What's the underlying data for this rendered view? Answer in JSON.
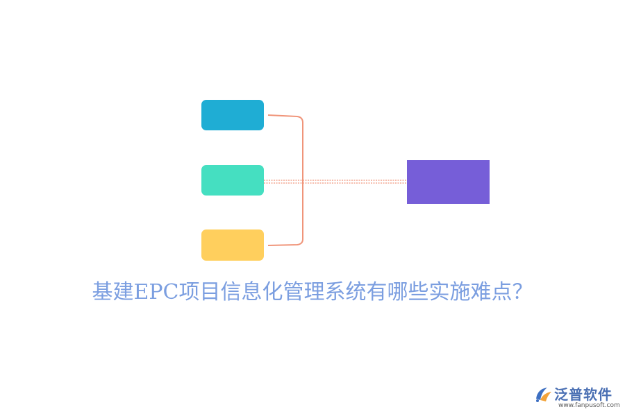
{
  "diagram": {
    "title": "基建EPC项目信息化管理系统有哪些实施难点？",
    "nodes": [
      {
        "id": "node-1",
        "label": "",
        "color": "#1fadd4"
      },
      {
        "id": "node-2",
        "label": "",
        "color": "#45dfc1"
      },
      {
        "id": "node-3",
        "label": "",
        "color": "#ffcf5d"
      }
    ],
    "main_node": {
      "label": "",
      "color": "#765ed8"
    },
    "connector_color": "#f0957a",
    "title_color": "#7b9ee0"
  },
  "logo": {
    "name": "泛普软件",
    "url": "www.fanpusoft.com",
    "mark_icon": "fanpu-logo-icon",
    "name_color": "#4a6fb3",
    "url_color": "#555555"
  }
}
